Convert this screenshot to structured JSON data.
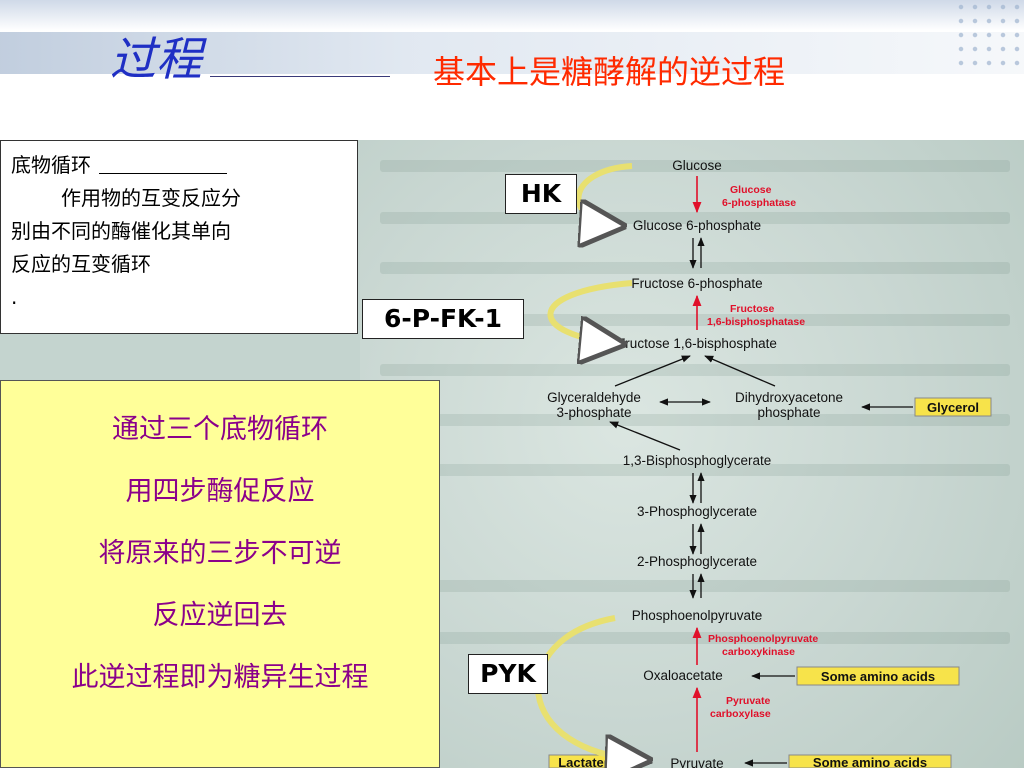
{
  "header": {
    "title": "过程",
    "subtitle": "基本上是糖酵解的逆过程"
  },
  "definition": {
    "term": "底物循环",
    "line1": "作用物的互变反应分",
    "line2": "别由不同的酶催化其单向",
    "line3": "反应的互变循环",
    "end": "."
  },
  "summary": {
    "lines": [
      "通过三个底物循环",
      "用四步酶促反应",
      "将原来的三步不可逆",
      "反应逆回去",
      "此逆过程即为糖异生过程"
    ]
  },
  "enzymes": {
    "hk": "HK",
    "pfk": "6-P-FK-1",
    "pyk": "PYK"
  },
  "diagram": {
    "nodes": {
      "glucose": "Glucose",
      "g6p": "Glucose 6-phosphate",
      "f6p": "Fructose 6-phosphate",
      "f16bp": "Fructose 1,6-bisphosphate",
      "gap1": "Glyceraldehyde",
      "gap2": "3-phosphate",
      "dhap1": "Dihydroxyacetone",
      "dhap2": "phosphate",
      "bpg": "1,3-Bisphosphoglycerate",
      "pg3": "3-Phosphoglycerate",
      "pg2": "2-Phosphoglycerate",
      "pep": "Phosphoenolpyruvate",
      "oaa": "Oxaloacetate",
      "pyruvate": "Pyruvate"
    },
    "enzymes": {
      "g6pase1": "Glucose",
      "g6pase2": "6-phosphatase",
      "fbpase1": "Fructose",
      "fbpase2": "1,6-bisphosphatase",
      "pepck1": "Phosphoenolpyruvate",
      "pepck2": "carboxykinase",
      "pc1": "Pyruvate",
      "pc2": "carboxylase"
    },
    "inputs": {
      "glycerol": "Glycerol",
      "amino1": "Some amino acids",
      "lactate": "Lactate",
      "amino2": "Some amino acids"
    }
  },
  "colors": {
    "title": "#1f2fc4",
    "subtitle": "#ff2a00",
    "summary_text": "#8b008b",
    "summary_bg": "#ffff99",
    "enzyme_text": "#e0102a",
    "input_box": "#f7e34a"
  }
}
